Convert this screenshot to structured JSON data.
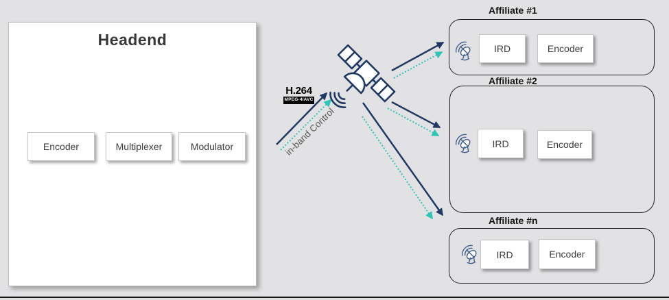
{
  "colors": {
    "navy": "#1f3864",
    "teal": "#2cc5b6",
    "dish_blue": "#3f5c8c",
    "background": "#e2e2e4",
    "badge_bg": "#000000",
    "badge_text": "#ffffff"
  },
  "headend": {
    "title": "Headend",
    "components": [
      {
        "label": "Encoder"
      },
      {
        "label": "Multiplexer"
      },
      {
        "label": "Modulator"
      }
    ]
  },
  "uplink": {
    "codec": "H.264",
    "codec_sub": "MPEG-4/AVC",
    "control_label": "in-band Control"
  },
  "affiliates": [
    {
      "title": "Affiliate #1",
      "components": [
        {
          "label": "IRD"
        },
        {
          "label": "Encoder"
        }
      ]
    },
    {
      "title": "Affiliate #2",
      "components": [
        {
          "label": "IRD"
        },
        {
          "label": "Encoder"
        }
      ]
    },
    {
      "title": "Affiliate #n",
      "components": [
        {
          "label": "IRD"
        },
        {
          "label": "Encoder"
        }
      ]
    }
  ]
}
